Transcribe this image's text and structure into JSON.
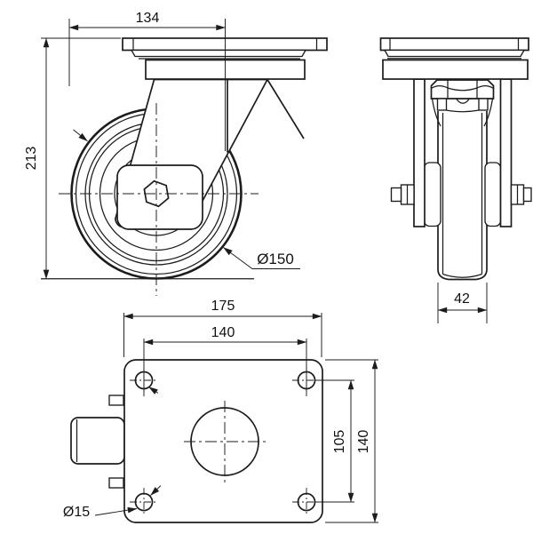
{
  "drawing": {
    "type": "engineering-orthographic-views-swivel-caster",
    "background": "#ffffff",
    "line_color": "#1c1c1c",
    "views": {
      "side": {
        "label": "side-view",
        "dims": {
          "swivel_offset": "134",
          "overall_height": "213",
          "wheel_diameter": "Ø150"
        }
      },
      "front": {
        "label": "front-view",
        "dims": {
          "wheel_width": "42"
        }
      },
      "top": {
        "label": "top-plate-view",
        "dims": {
          "plate_width": "175",
          "bolt_spacing_width": "140",
          "bolt_spacing_height": "105",
          "plate_height": "140",
          "bolt_hole_diameter": "Ø15"
        }
      }
    }
  }
}
